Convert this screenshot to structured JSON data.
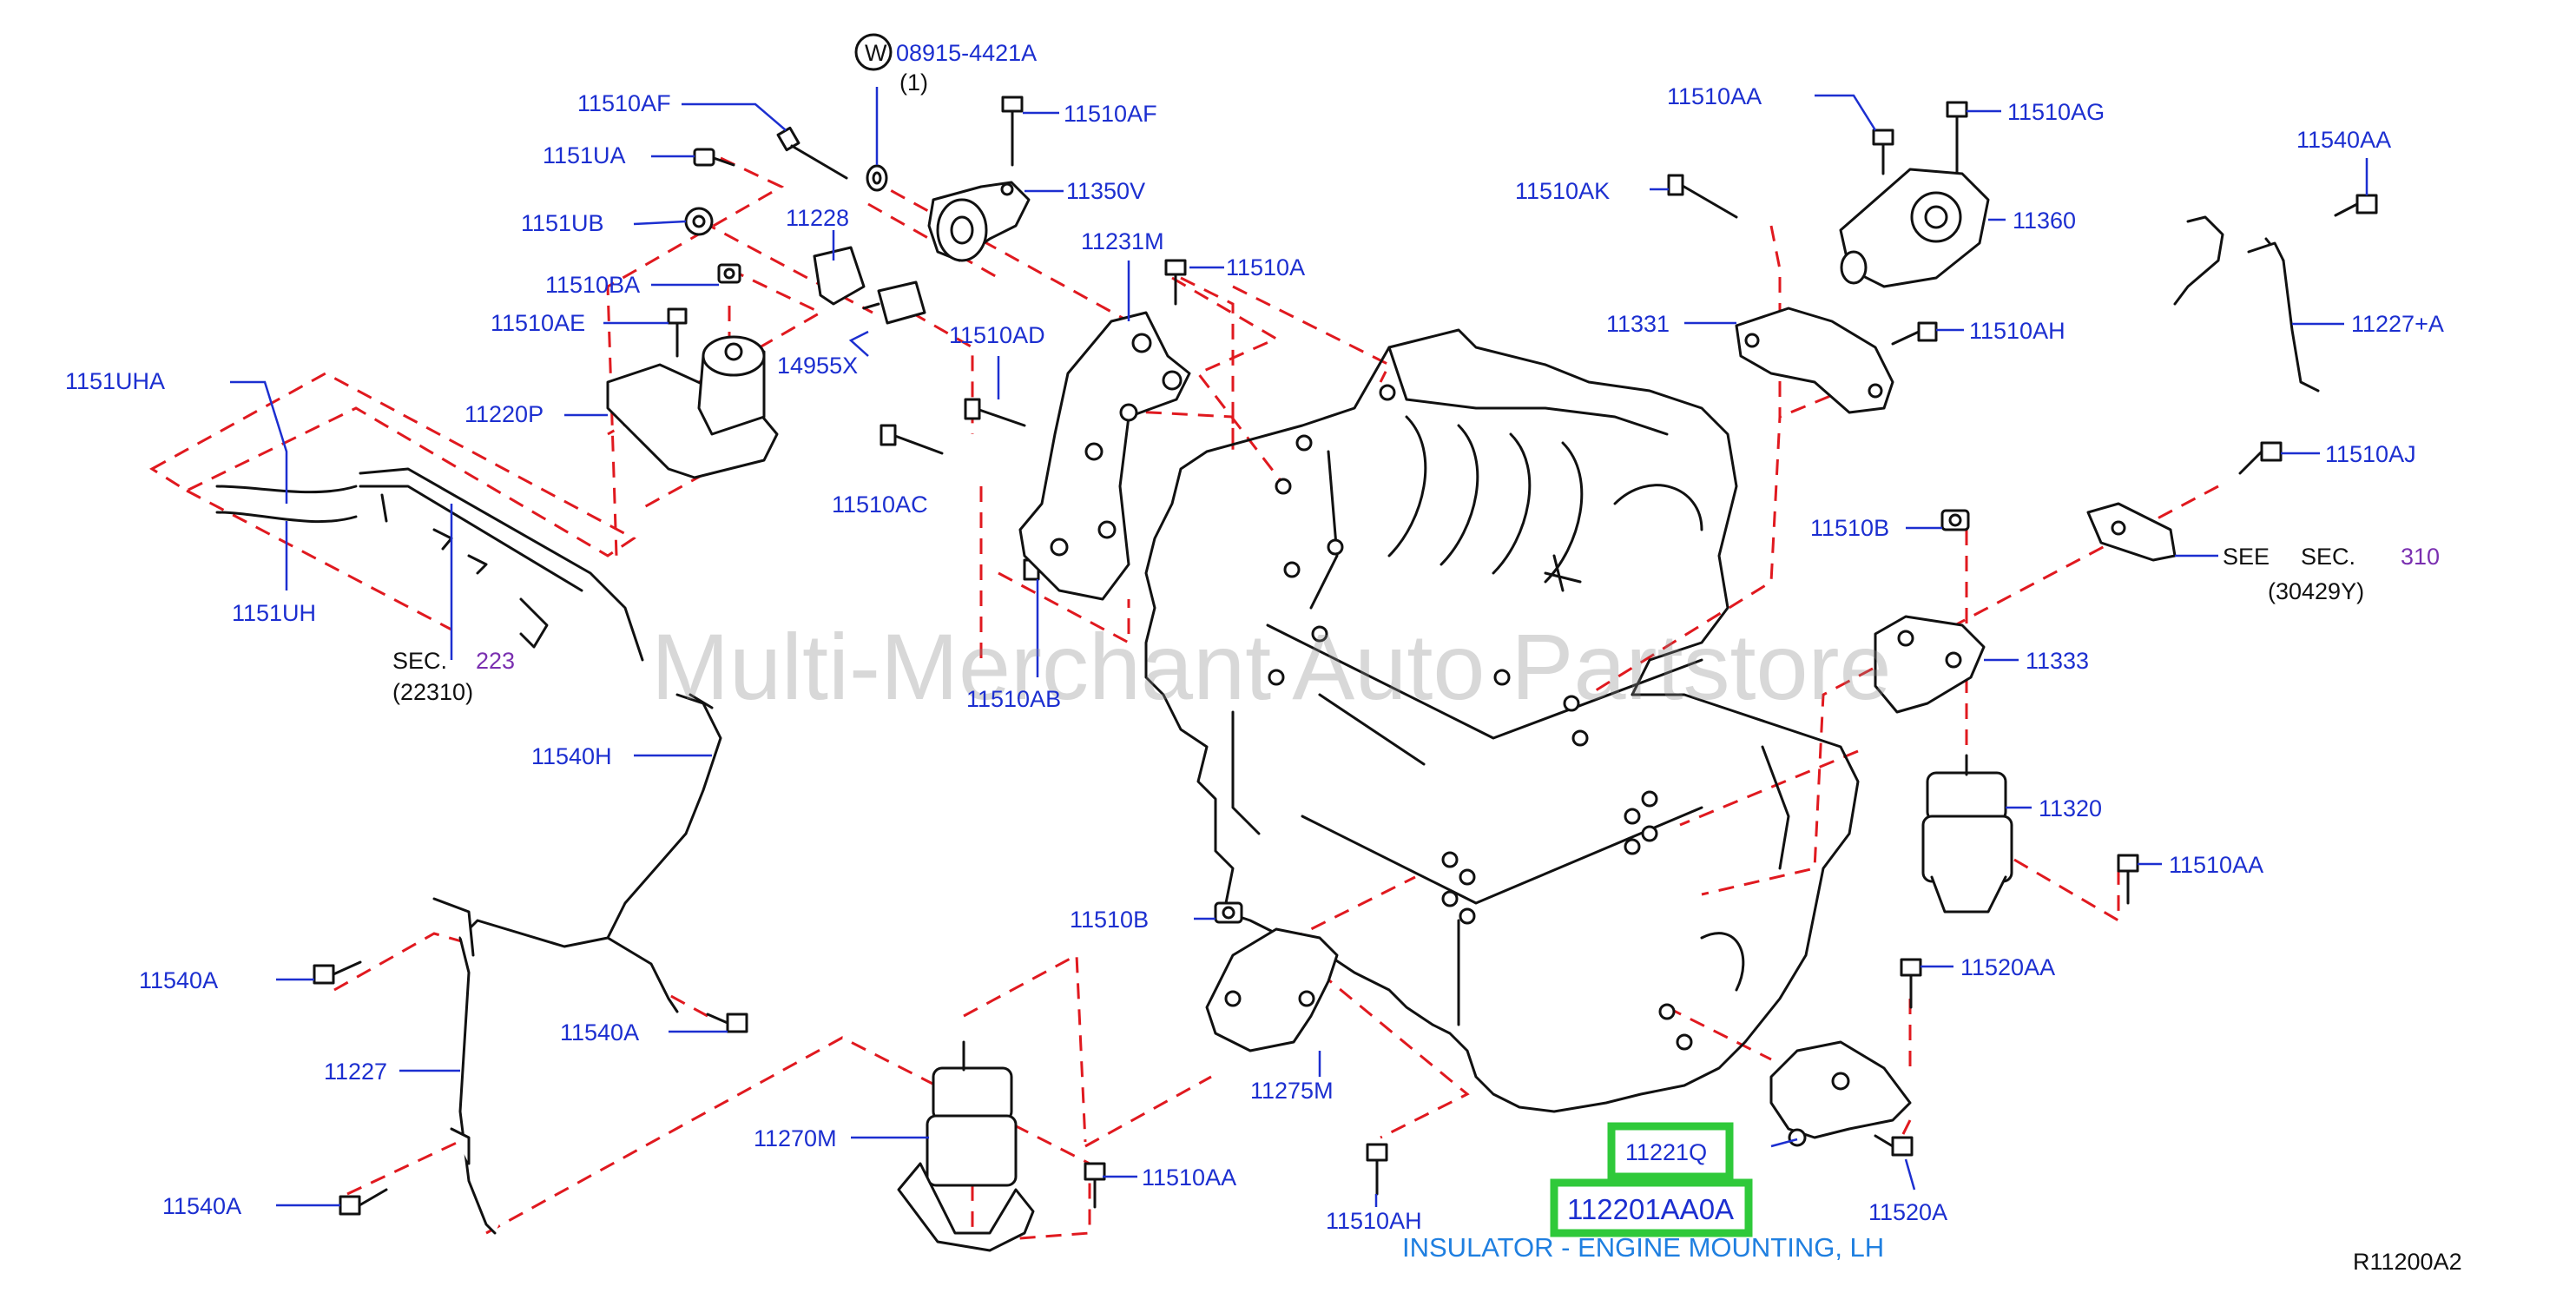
{
  "watermark": "Multi-Merchant Auto Partstore",
  "diagram_code": "R11200A2",
  "highlight": {
    "callout": "11221Q",
    "part_number": "112201AA0A",
    "description": "INSULATOR - ENGINE MOUNTING, LH"
  },
  "note_washer": {
    "symbol": "W",
    "part": "08915-4421A",
    "qty": "(1)"
  },
  "sec_223": {
    "prefix": "SEC.",
    "number": "223",
    "sub": "(22310)"
  },
  "sec_310": {
    "see": "SEE",
    "prefix": "SEC.",
    "number": "310",
    "sub": "(30429Y)"
  },
  "labels": {
    "l_11510AF_a": "11510AF",
    "l_1151UA": "1151UA",
    "l_1151UB": "1151UB",
    "l_11510BA": "11510BA",
    "l_11510AE": "11510AE",
    "l_1151UHA": "1151UHA",
    "l_11220P": "11220P",
    "l_1151UH": "1151UH",
    "l_11228": "11228",
    "l_14955X": "14955X",
    "l_11510AF_b": "11510AF",
    "l_11350V": "11350V",
    "l_11231M": "11231M",
    "l_11510A": "11510A",
    "l_11510AD": "11510AD",
    "l_11510AC": "11510AC",
    "l_11510AB": "11510AB",
    "l_11540H": "11540H",
    "l_11540A_a": "11540A",
    "l_11540A_b": "11540A",
    "l_11540A_c": "11540A",
    "l_11227": "11227",
    "l_11270M": "11270M",
    "l_11510AA_a": "11510AA",
    "l_11510B_a": "11510B",
    "l_11275M": "11275M",
    "l_11510AH_a": "11510AH",
    "l_11510AA_b": "11510AA",
    "l_11510AG": "11510AG",
    "l_11510AK": "11510AK",
    "l_11360": "11360",
    "l_11331": "11331",
    "l_11510AH_b": "11510AH",
    "l_11540AA": "11540AA",
    "l_11227A": "11227+A",
    "l_11510AJ": "11510AJ",
    "l_11510B_b": "11510B",
    "l_11333": "11333",
    "l_11320": "11320",
    "l_11510AA_c": "11510AA",
    "l_11520AA": "11520AA",
    "l_11520A": "11520A"
  }
}
